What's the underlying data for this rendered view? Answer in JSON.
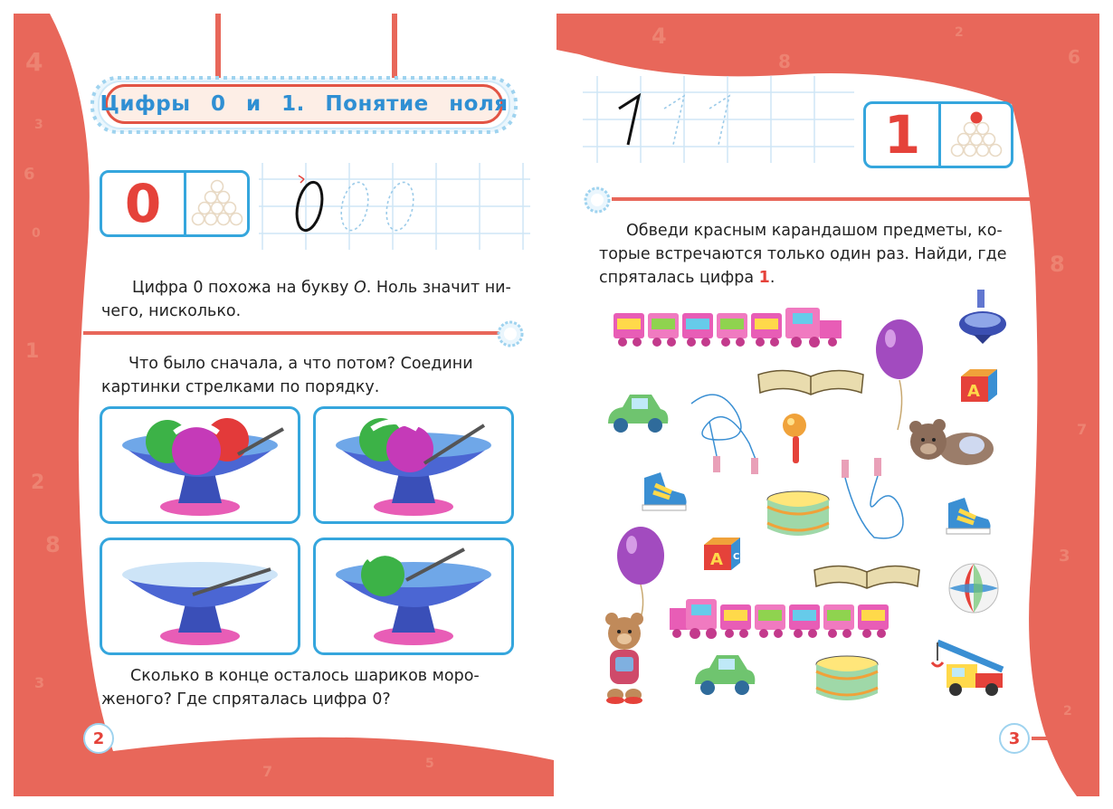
{
  "left_page": {
    "title": "Цифры 0 и 1. Понятие ноля",
    "digit_card": {
      "digit": "0"
    },
    "paragraph1": {
      "part1": "Цифра 0 похожа на букву ",
      "letter": "О",
      "part2": ". Ноль значит ни-",
      "line2": "чего, нисколько."
    },
    "paragraph2": {
      "line1": "Что было сначала, а что потом? Соедини",
      "line2": "картинки стрелками по порядку."
    },
    "paragraph3": {
      "line1": "Сколько в конце осталось шариков моро-",
      "line2": "женого? Где спряталась цифра 0?"
    },
    "page_number": "2"
  },
  "right_page": {
    "digit_card": {
      "digit": "1"
    },
    "paragraph": {
      "line1": "Обведи красным карандашом предметы, ко-",
      "line2": "торые встречаются только один раз. Найди, где",
      "line3_part": "спряталась цифра ",
      "line3_digit": "1",
      "line3_end": "."
    },
    "blocks_letters": [
      "A",
      "C"
    ],
    "page_number": "3"
  },
  "colors": {
    "accent_red": "#e5423a",
    "frame_blue": "#35a6dd",
    "background_coral": "#e8675a",
    "title_blue": "#2f8fd3"
  }
}
